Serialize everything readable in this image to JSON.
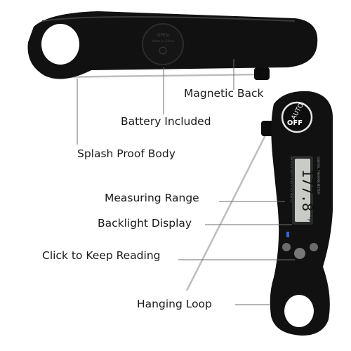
{
  "callouts": {
    "magnetic_back": "Magnetic Back",
    "battery_included": "Battery Included",
    "splash_proof_body": "Splash Proof Body",
    "measuring_range": "Measuring Range",
    "backlight_display": "Backlight Display",
    "click_to_keep_reading": "Click  to Keep Reading",
    "hanging_loop": "Hanging Loop"
  },
  "device": {
    "auto_label": "AUTO",
    "off_label": "OFF",
    "reading": "177.8",
    "unit": "°F",
    "side_text": "DIGITAL THERMOMETER",
    "range_text": "-58°F TO 572°F (-50°C TO 300°C)",
    "back_cap_text_1": "OPEN",
    "back_cap_text_2": "Made in China"
  },
  "colors": {
    "body": "#111111",
    "lcd": "#c9ccc6",
    "probe": "#bfbfbf",
    "leader": "#6d6d6d"
  }
}
